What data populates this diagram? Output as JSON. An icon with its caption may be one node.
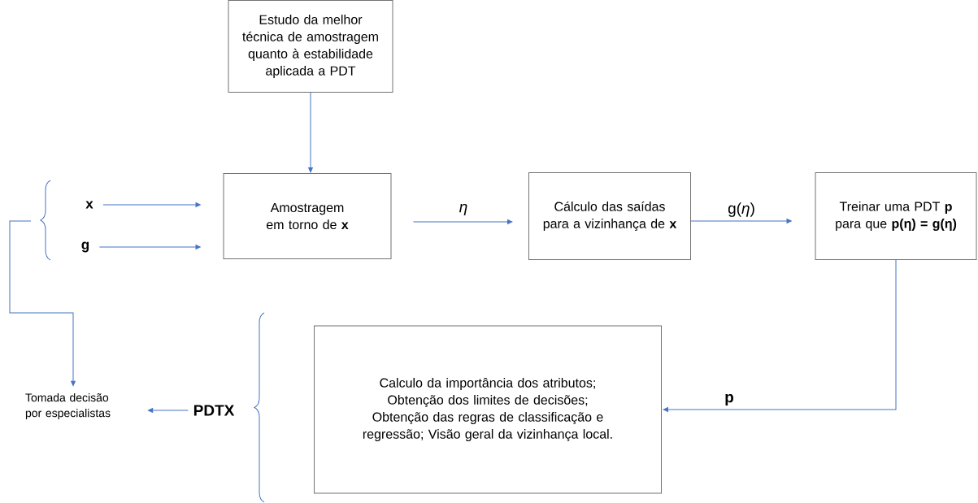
{
  "diagram": {
    "nodes": [
      {
        "text": [
          "Estudo da melhor técnica de amostragem quanto à estabilidade aplicada a PDT"
        ]
      },
      {
        "text": [
          "x"
        ]
      },
      {
        "text": [
          "g"
        ]
      },
      {
        "text": [
          "Amostragem em torno de **x**"
        ]
      },
      {
        "text": [
          "Cálculo das saídas para a vizinhança de **x**"
        ]
      },
      {
        "text": [
          "Treinar uma PDT **p** para que **p(η) = g(η)**"
        ]
      },
      {
        "text": [
          "Calculo da importância dos atributos; Obtenção dos limites de decisões; Obtenção das regras de classificação e regressão; Visão geral da vizinhança local."
        ]
      },
      {
        "text": [
          "PDTX"
        ]
      },
      {
        "text": [
          "Tomada decisão por especialistas"
        ]
      }
    ],
    "edges": [
      {
        "from": 0,
        "to": 3,
        "arrow": "to"
      },
      {
        "from": 1,
        "to": 3,
        "arrow": "to"
      },
      {
        "from": 2,
        "to": 3,
        "arrow": "to"
      },
      {
        "from": 3,
        "to": 4,
        "arrow": "to",
        "label": "*η*"
      },
      {
        "from": 4,
        "to": 5,
        "arrow": "to",
        "label": "g(*η*)"
      },
      {
        "from": 5,
        "to": 6,
        "arrow": "to",
        "label": "**p**"
      },
      {
        "from": 7,
        "to": 8,
        "arrow": "to"
      },
      {
        "from": null,
        "to": 8,
        "arrow": "to"
      }
    ]
  }
}
